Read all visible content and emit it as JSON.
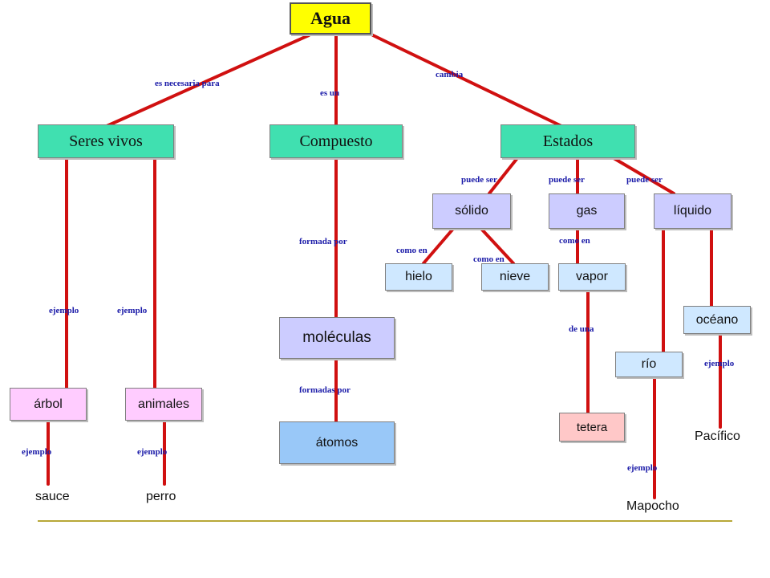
{
  "nodes": {
    "agua": "Agua",
    "seres_vivos": "Seres vivos",
    "compuesto": "Compuesto",
    "estados": "Estados",
    "solido": "sólido",
    "gas": "gas",
    "liquido": "líquido",
    "hielo": "hielo",
    "nieve": "nieve",
    "vapor": "vapor",
    "oceano": "océano",
    "moleculas": "moléculas",
    "rio": "río",
    "arbol": "árbol",
    "animales": "animales",
    "atomos": "átomos",
    "tetera": "tetera",
    "sauce": "sauce",
    "perro": "perro",
    "pacifico": "Pacífico",
    "mapocho": "Mapocho"
  },
  "links": {
    "es_necesaria_para": "es necesaria para",
    "es_un": "es un",
    "cambia": "cambia",
    "puede_ser_1": "puede ser",
    "puede_ser_2": "puede ser",
    "puede_ser_3": "puede ser",
    "formada_por": "formada por",
    "como_en_1": "como en",
    "como_en_2": "como en",
    "como_en_3": "como en",
    "ejemplo_1": "ejemplo",
    "ejemplo_2": "ejemplo",
    "ejemplo_3": "ejemplo",
    "ejemplo_4": "ejemplo",
    "ejemplo_5": "ejemplo",
    "ejemplo_6": "ejemplo",
    "de_una": "de una",
    "formadas_por": "formadas por"
  },
  "colors": {
    "connector": "#d01010",
    "root": "#ffff00",
    "category": "#40e0b0",
    "state": "#ccccff",
    "example_box": "#cfe8ff",
    "living": "#ffccff",
    "label_text": "#1a1aa8",
    "footer_rule": "#b8a838"
  }
}
